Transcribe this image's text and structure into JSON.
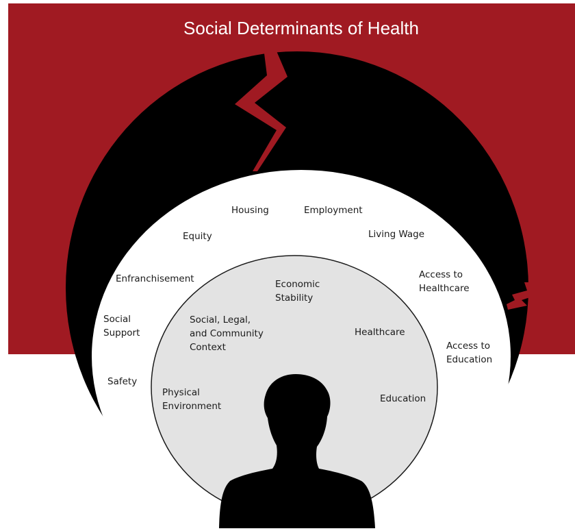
{
  "title": "Social Determinants of Health",
  "colors": {
    "banner": "#a01a22",
    "outer_ring": "#000000",
    "middle_ring": "#ffffff",
    "inner_circle": "#e3e3e3",
    "silhouette": "#000000",
    "text": "#1a1a1a"
  },
  "outer_labels": {
    "housing": "Housing",
    "employment": "Employment",
    "equity": "Equity",
    "living_wage": "Living Wage",
    "enfranchisement": "Enfranchisement",
    "access_healthcare": "Access to\nHealthcare",
    "social_support": "Social\nSupport",
    "access_education": "Access to\nEducation",
    "safety": "Safety"
  },
  "inner_labels": {
    "economic_stability": "Economic\nStability",
    "social_legal": "Social, Legal,\nand Community\nContext",
    "healthcare": "Healthcare",
    "physical_environment": "Physical\nEnvironment",
    "education": "Education"
  }
}
